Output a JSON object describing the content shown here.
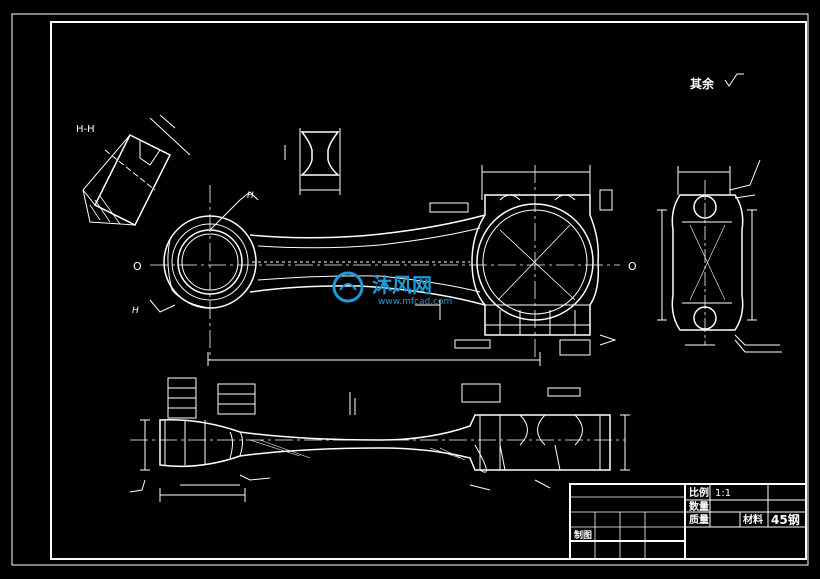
{
  "colors": {
    "background": "#000000",
    "line": "#ffffff",
    "accent": "#00e5ff",
    "watermark": "#1e9ad6"
  },
  "roughness_note": "其余",
  "section_labels": {
    "hh_top": "H-H",
    "h_upper": "H",
    "h_lower": "H",
    "o_left": "O",
    "o_right": "O"
  },
  "watermark": {
    "name": "沐风网",
    "url": "www.mfcad.com"
  },
  "title_block": {
    "scale_label": "比例",
    "scale_value": "1:1",
    "quantity_label": "数量",
    "mass_label": "质量",
    "material_label": "材料",
    "material_value": "45钢",
    "drawn_label": "制图"
  }
}
